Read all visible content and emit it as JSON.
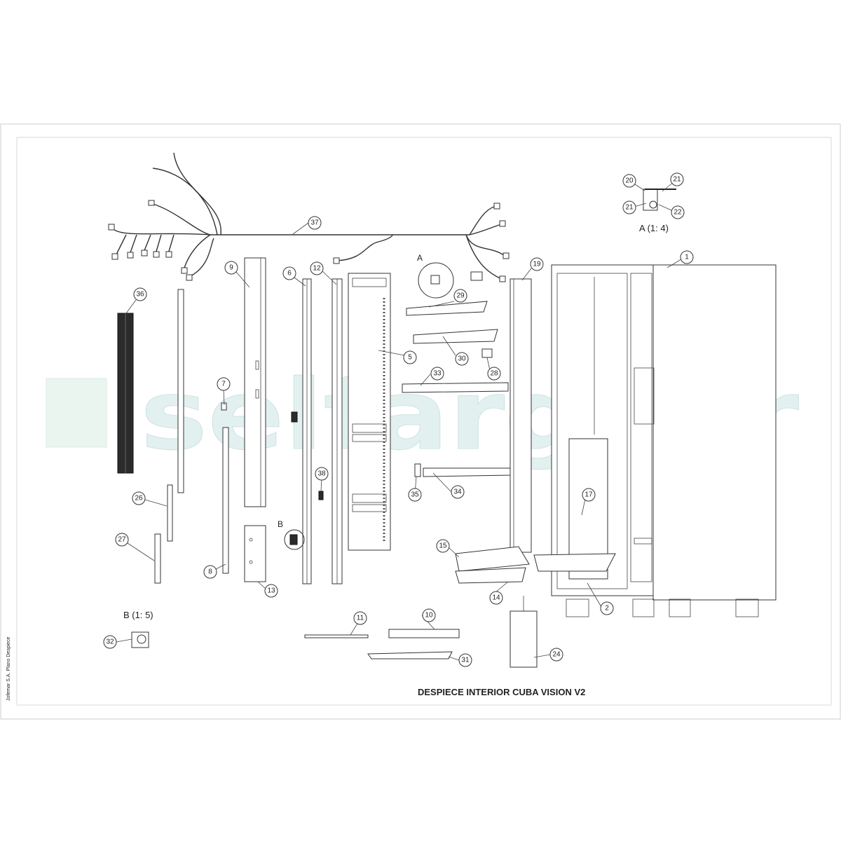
{
  "drawing": {
    "title": "DESPIECE INTERIOR CUBA VISION V2",
    "side_note": "Jofemar S.A. Plano Despiece",
    "watermark": "selfarguer"
  },
  "detail_views": {
    "a_marker": "A",
    "a_title": "A (1: 4)",
    "b_marker": "B",
    "b_title": "B (1: 5)"
  },
  "callouts": [
    "1",
    "2",
    "5",
    "6",
    "7",
    "8",
    "9",
    "10",
    "11",
    "12",
    "13",
    "14",
    "15",
    "17",
    "19",
    "20",
    "21",
    "21",
    "22",
    "24",
    "26",
    "27",
    "28",
    "29",
    "30",
    "31",
    "32",
    "33",
    "34",
    "35",
    "36",
    "37",
    "38"
  ],
  "colors": {
    "line": "#333333",
    "watermark": "#e3f0f0",
    "border": "#cccccc"
  }
}
